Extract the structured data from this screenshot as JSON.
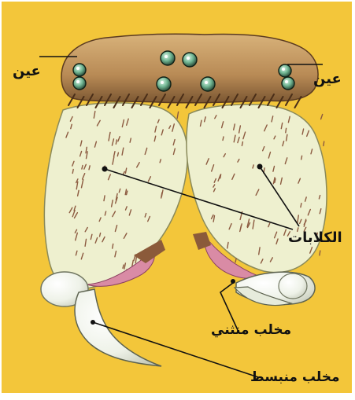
{
  "diagram": {
    "background_color": "#f3c63a",
    "labels": {
      "eyes_left": "عين",
      "eyes_right": "عين",
      "chelicerae": "الكلابات",
      "retracted_claw": "مخلب منثني",
      "extended_claw": "مخلب منبسط"
    }
  }
}
